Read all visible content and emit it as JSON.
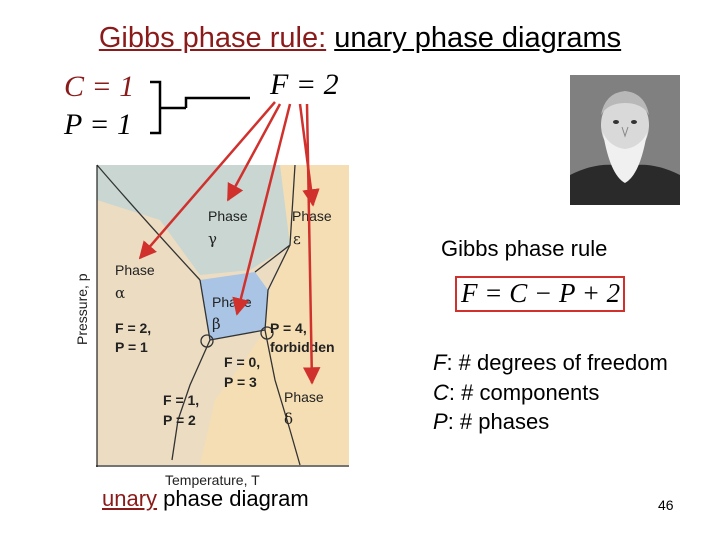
{
  "slide": {
    "title_part1": "Gibbs phase rule:",
    "title_part2": "unary phase diagrams",
    "c_eq": "C = 1",
    "p_eq": "P = 1",
    "f_eq": "F = 2",
    "gibbs_label": "Gibbs phase rule",
    "formula": "F = C − P + 2",
    "legend": [
      {
        "sym": "F",
        "text": ": # degrees of freedom"
      },
      {
        "sym": "C",
        "text": ": # components"
      },
      {
        "sym": "P",
        "text": ": # phases"
      }
    ],
    "caption_u": "unary",
    "caption_rest": " phase diagram",
    "page_number": "46"
  },
  "diagram": {
    "y_axis_label": "Pressure, p",
    "x_axis_label": "Temperature, T",
    "phases": [
      {
        "name": "Phase",
        "greek": "γ"
      },
      {
        "name": "Phase",
        "greek": "ε"
      },
      {
        "name": "Phase",
        "greek": "α"
      },
      {
        "name": "Phase",
        "greek": "β"
      },
      {
        "name": "Phase",
        "greek": "δ"
      }
    ],
    "region_labels": {
      "f2_line1": "F = 2,",
      "f2_line2": "P = 1",
      "f0_line1": "F = 0,",
      "f0_line2": "P = 3",
      "p4_line1": "P = 4,",
      "p4_line2": "forbidden",
      "f1_line1": "F = 1,",
      "f1_line2": "P = 2"
    },
    "colors": {
      "alpha_beige": "#ebdcc2",
      "gamma_gray": "#c9d6d2",
      "epsilon_beige": "#f5deb3",
      "beta_blue": "#a9c4e4",
      "arrow_red": "#d0312d"
    }
  },
  "portrait": {
    "icon": "portrait-photo"
  }
}
